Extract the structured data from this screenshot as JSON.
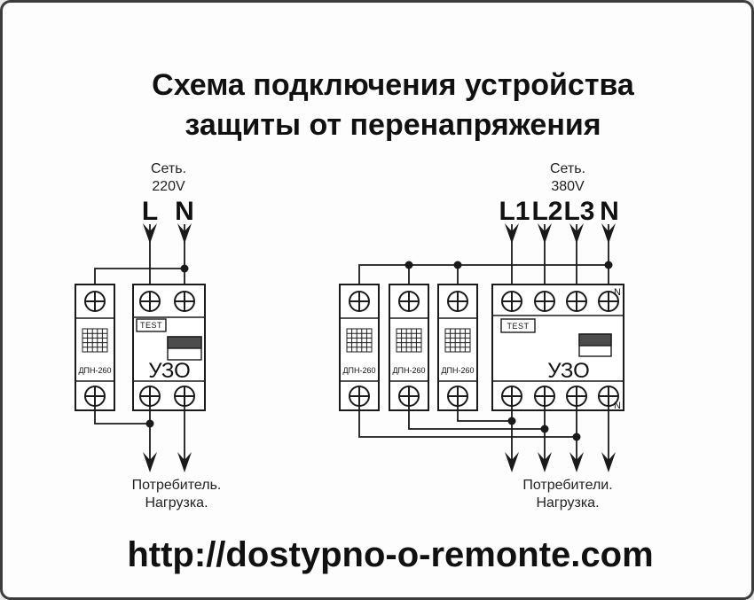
{
  "title": {
    "line1": "Схема подключения устройства",
    "line2": "защиты от перенапряжения"
  },
  "left_circuit": {
    "supply_label": "Сеть.",
    "supply_voltage": "220V",
    "phases": [
      "L",
      "N"
    ],
    "dpn": {
      "label": "ДПН-260"
    },
    "uzo": {
      "test_label": "TEST",
      "label": "УЗО"
    },
    "load_line1": "Потребитель.",
    "load_line2": "Нагрузка."
  },
  "right_circuit": {
    "supply_label": "Сеть.",
    "supply_voltage": "380V",
    "phases": [
      "L1",
      "L2",
      "L3",
      "N"
    ],
    "dpn_modules": [
      {
        "label": "ДПН-260"
      },
      {
        "label": "ДПН-260"
      },
      {
        "label": "ДПН-260"
      }
    ],
    "uzo": {
      "test_label": "TEST",
      "label": "УЗО",
      "neutral_top": "N",
      "neutral_bottom": "N"
    },
    "load_line1": "Потребители.",
    "load_line2": "Нагрузка."
  },
  "footer": {
    "url": "http://dostypno-o-remonte.com"
  },
  "colors": {
    "line": "#1a1a1a",
    "toggle_dark": "#4d4d4d",
    "background": "#ffffff",
    "border": "#3c3c3c"
  }
}
